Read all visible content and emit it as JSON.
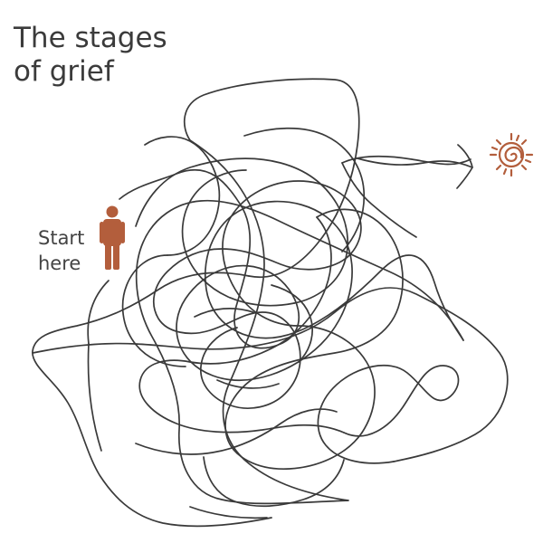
{
  "title": {
    "line1": "The stages",
    "line2": "of grief"
  },
  "start": {
    "line1": "Start",
    "line2": "here"
  },
  "icons": {
    "person": "person-icon",
    "sun": "sun-icon"
  },
  "colors": {
    "accent": "#b35e3c",
    "line": "#3a3a3a",
    "text": "#3b3b3b"
  }
}
